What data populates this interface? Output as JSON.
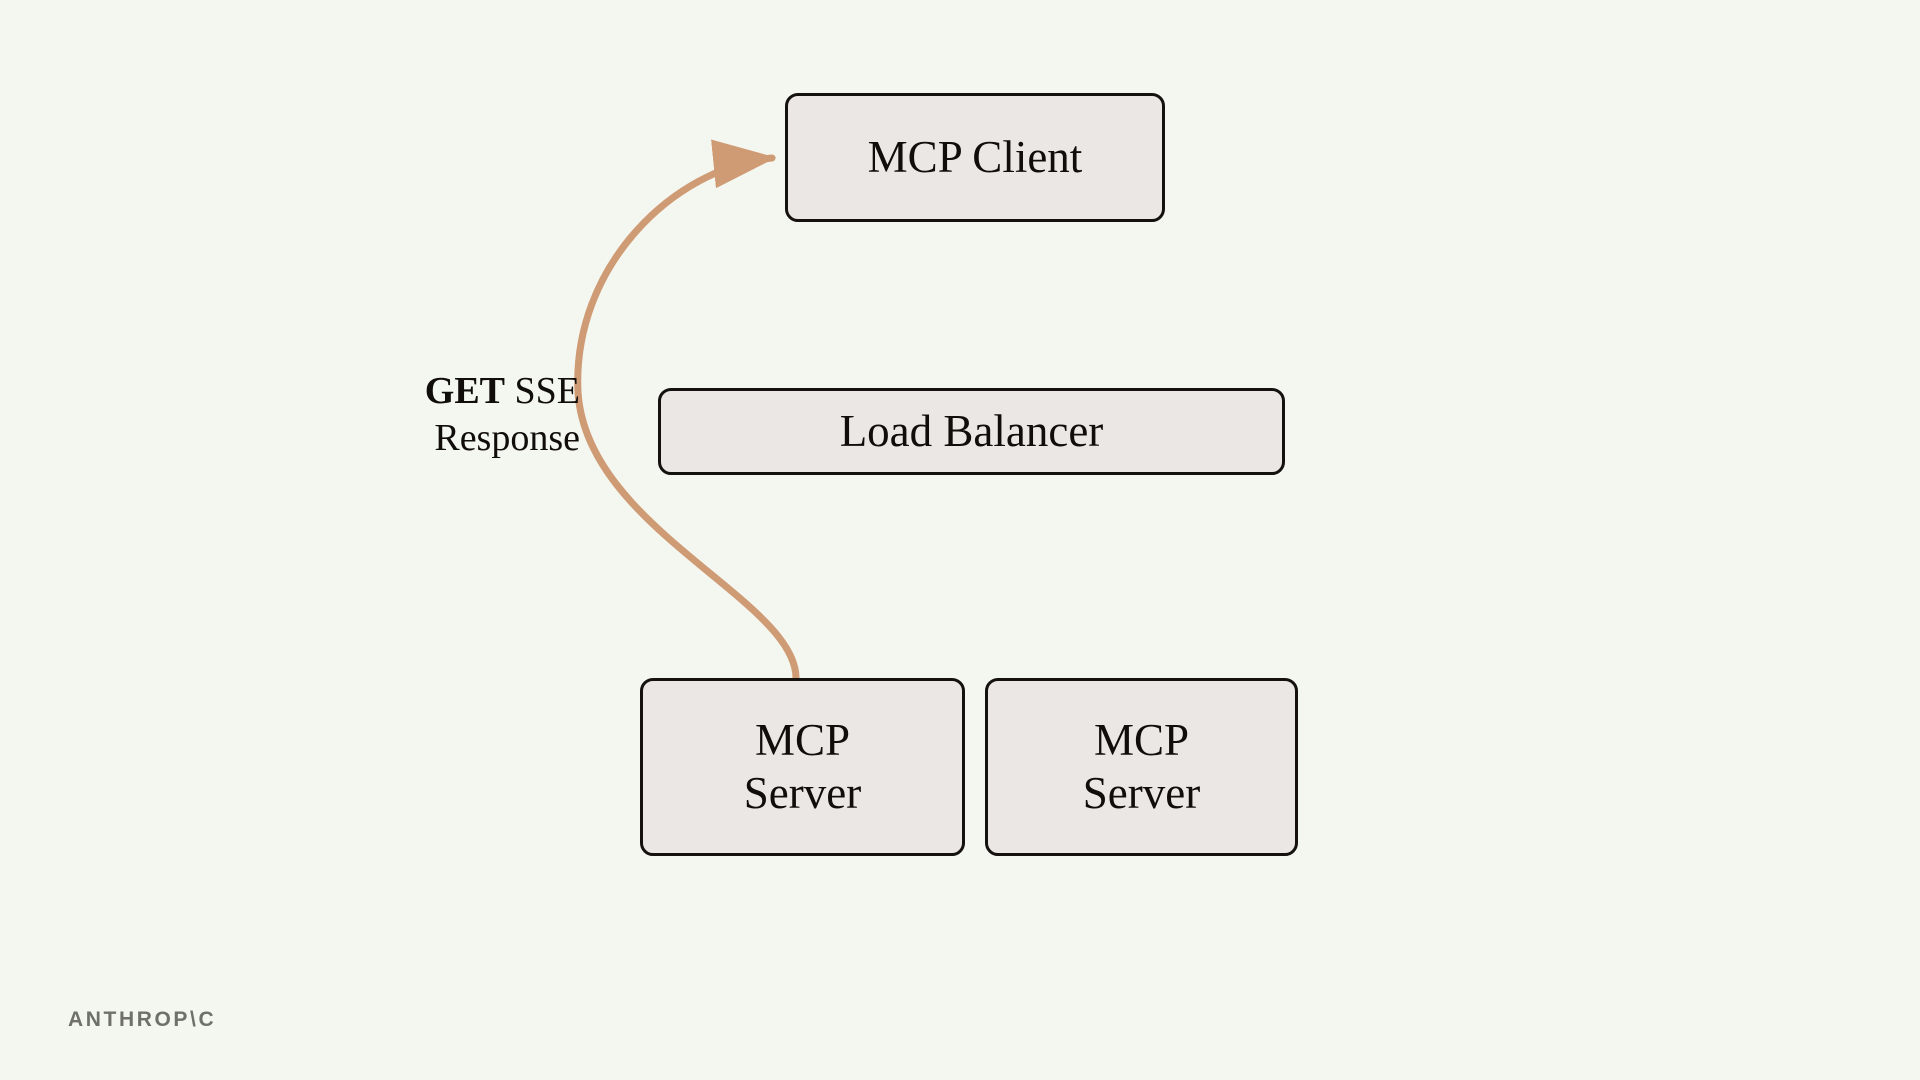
{
  "diagram": {
    "title": "MCP Client / Load Balancer / MCP Server SSE response flow",
    "background_color": "#F4F6F0",
    "node_fill_color": "#EBE7E4",
    "node_border_color": "#14110F",
    "edge_color": "#CE9B74",
    "nodes": [
      {
        "id": "mcp-client",
        "label": "MCP Client"
      },
      {
        "id": "load-balancer",
        "label": "Load Balancer"
      },
      {
        "id": "mcp-server-1",
        "label": "MCP\nServer"
      },
      {
        "id": "mcp-server-2",
        "label": "MCP\nServer"
      }
    ],
    "edges": [
      {
        "id": "sse-response",
        "from": "mcp-server-1",
        "to": "mcp-client",
        "label_strong": "GET",
        "label_rest": " SSE",
        "label_line2": "Response",
        "arrowhead": "to"
      }
    ]
  },
  "brand": {
    "wordmark": "ANTHROP\\C",
    "color": "#6F7069"
  }
}
